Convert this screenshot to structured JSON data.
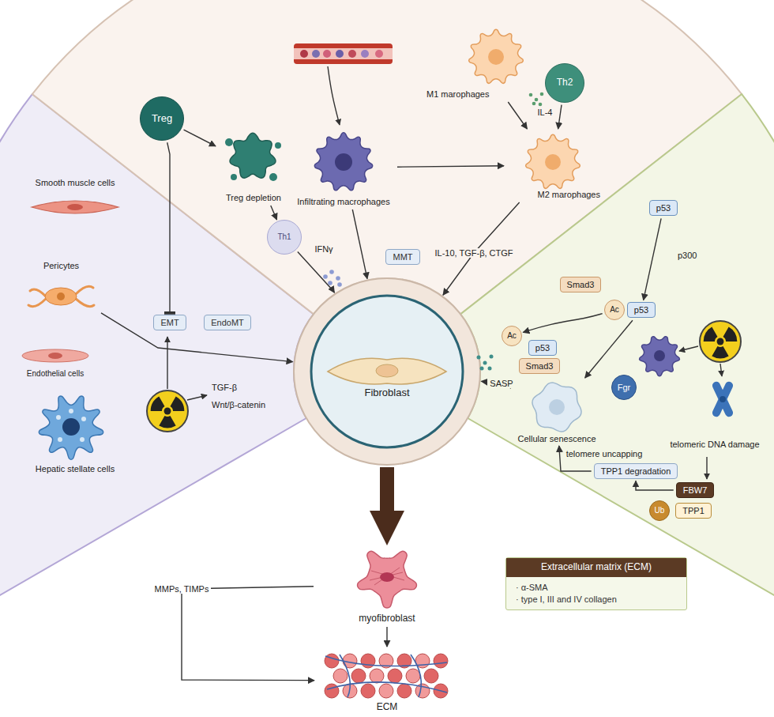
{
  "diagram": {
    "nodes": [
      {
        "text": [
          "Treg"
        ]
      },
      {
        "text": [
          "Treg depletion"
        ]
      },
      {
        "text": [
          "Th1"
        ]
      },
      {
        "text": [
          "Infiltrating macrophages"
        ]
      },
      {
        "text": [
          "MMT"
        ]
      },
      {
        "text": [
          "M1 marophages"
        ]
      },
      {
        "text": [
          "Th2"
        ]
      },
      {
        "text": [
          "M2 marophages"
        ]
      },
      {
        "text": [
          "Smooth muscle cells"
        ]
      },
      {
        "text": [
          "Pericytes"
        ]
      },
      {
        "text": [
          "Endothelial cells"
        ]
      },
      {
        "text": [
          "Hepatic stellate cells"
        ]
      },
      {
        "text": [
          "EMT"
        ]
      },
      {
        "text": [
          "EndoMT"
        ]
      },
      {
        "text": [
          "Fibroblast"
        ]
      },
      {
        "text": [
          "p53"
        ]
      },
      {
        "text": [
          "Smad3"
        ]
      },
      {
        "text": [
          "Ac"
        ]
      },
      {
        "text": [
          "p53"
        ]
      },
      {
        "text": [
          "Ac"
        ]
      },
      {
        "text": [
          "p53"
        ]
      },
      {
        "text": [
          "Smad3"
        ]
      },
      {
        "text": [
          "Cellular senescence"
        ]
      },
      {
        "text": [
          "Fgr"
        ]
      },
      {
        "text": [
          "TPP1 degradation"
        ]
      },
      {
        "text": [
          "FBW7"
        ]
      },
      {
        "text": [
          "Ub"
        ]
      },
      {
        "text": [
          "TPP1"
        ]
      },
      {
        "text": [
          "myofibroblast"
        ]
      },
      {
        "text": [
          "ECM"
        ]
      },
      {
        "text": [
          "Extracellular matrix (ECM)",
          "· α-SMA",
          "· type I, III and IV collagen"
        ]
      }
    ],
    "edges": [
      {
        "from": 0,
        "to": 1,
        "arrow": "to"
      },
      {
        "from": 0,
        "to": 12,
        "arrow": "to"
      },
      {
        "from": 1,
        "to": 2,
        "arrow": "to"
      },
      {
        "from": 2,
        "to": 14,
        "arrow": "to"
      },
      {
        "from": 3,
        "to": 14,
        "arrow": "to"
      },
      {
        "from": 3,
        "to": 7,
        "arrow": "to"
      },
      {
        "from": 5,
        "to": 7,
        "arrow": "to"
      },
      {
        "from": 6,
        "to": 7,
        "arrow": "to"
      },
      {
        "from": 7,
        "to": 14,
        "label": "IL-10, TGF-β, CTGF",
        "arrow": "to"
      },
      {
        "from": 9,
        "to": 14,
        "arrow": "to"
      },
      {
        "from": 15,
        "to": 18,
        "arrow": "to"
      },
      {
        "from": 17,
        "to": 19,
        "arrow": "to"
      },
      {
        "from": 18,
        "to": 22,
        "arrow": "to"
      },
      {
        "from": 22,
        "to": 14,
        "label": "SASP",
        "arrow": "to"
      },
      {
        "from": 25,
        "to": 24,
        "arrow": "to"
      },
      {
        "from": 24,
        "to": 22,
        "label": "telomere uncapping",
        "arrow": "to"
      },
      {
        "from": 14,
        "to": 28,
        "arrow": "to"
      },
      {
        "from": 28,
        "to": 29,
        "arrow": "to"
      },
      {
        "from": 28,
        "to": 29,
        "label": "MMPs, TIMPs",
        "arrow": "to"
      }
    ],
    "labels": [
      "IFNγ",
      "IL-4",
      "TGF-β",
      "Wnt/β-catenin",
      "p300",
      "telomeric DNA damage"
    ]
  }
}
